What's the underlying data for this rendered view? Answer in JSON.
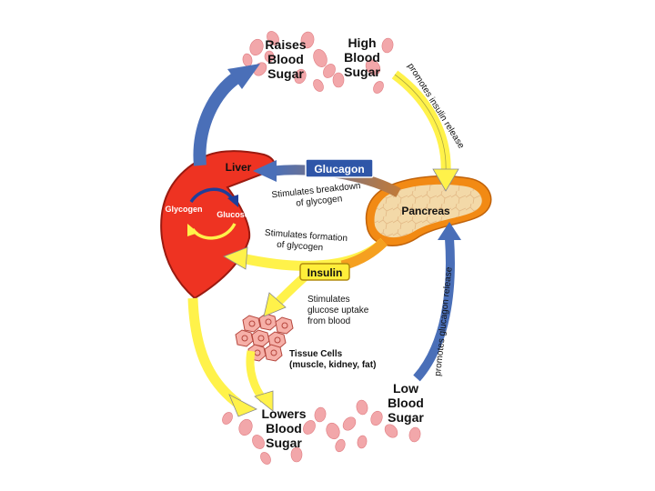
{
  "nodes": {
    "raises_blood_sugar": [
      "Raises",
      "Blood",
      "Sugar"
    ],
    "high_blood_sugar": [
      "High",
      "Blood",
      "Sugar"
    ],
    "lowers_blood_sugar": [
      "Lowers",
      "Blood",
      "Sugar"
    ],
    "low_blood_sugar": [
      "Low",
      "Blood",
      "Sugar"
    ],
    "liver": "Liver",
    "pancreas": "Pancreas",
    "glycogen": "Glycogen",
    "glucose": "Glucose",
    "tissue_cells": [
      "Tissue Cells",
      "(muscle, kidney, fat)"
    ]
  },
  "hormones": {
    "glucagon": "Glucagon",
    "insulin": "Insulin"
  },
  "edge_labels": {
    "promotes_insulin_release": "promotes insulin release",
    "promotes_glucagon_release": "promotes glucagon release",
    "stimulates_breakdown": [
      "Stimulates breakdown",
      "of glycogen"
    ],
    "stimulates_formation": [
      "Stimulates formation",
      "of glycogen"
    ],
    "stimulates_uptake": [
      "Stimulates",
      "glucose uptake",
      "from blood"
    ]
  },
  "colors": {
    "liver_red": "#ee3322",
    "pancreas_tan": "#f3d9a8",
    "pancreas_orange": "#f28a14",
    "insulin_arrow_yellow": "#fff24a",
    "glucagon_arrow_blue": "#4a6fb8",
    "blood_cell_pink": "#f2a7aa",
    "tissue_cell_pink": "#f6b0a8",
    "hormone_box_blue": "#2f56a8",
    "hormone_box_yellow": "#ffee3a"
  }
}
